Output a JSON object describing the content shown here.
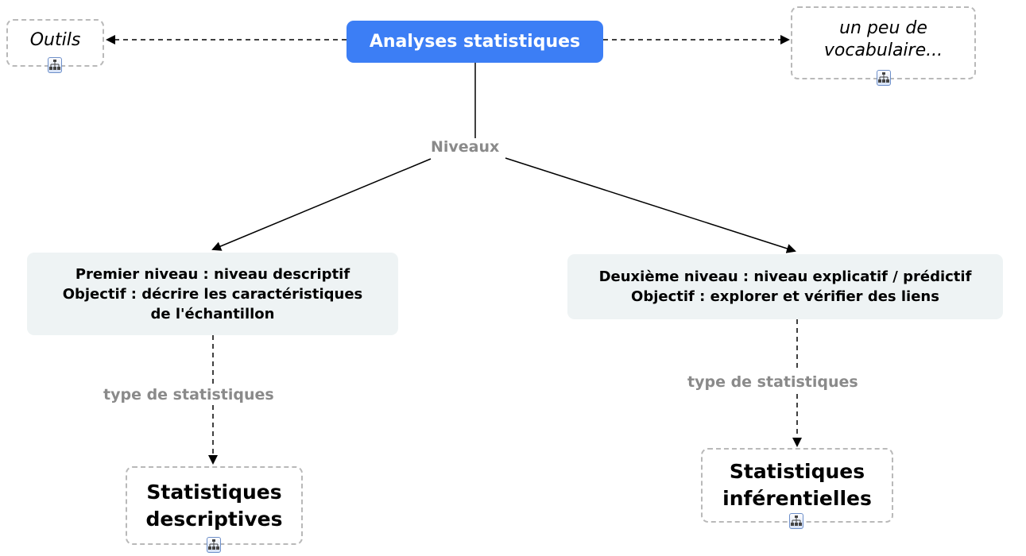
{
  "root": {
    "label": "Analyses statistiques"
  },
  "outils": {
    "label": "Outils"
  },
  "vocab": {
    "line1": "un peu de",
    "line2": "vocabulaire..."
  },
  "link_labels": {
    "niveaux": "Niveaux",
    "type_left": "type de statistiques",
    "type_right": "type de statistiques"
  },
  "level1": {
    "line1": "Premier niveau : niveau descriptif",
    "line2": "Objectif : décrire les caractéristiques",
    "line3": "de l'échantillon"
  },
  "level2": {
    "line1": "Deuxième niveau : niveau explicatif / prédictif",
    "line2": "Objectif : explorer et vérifier des liens"
  },
  "stat_desc": {
    "line1": "Statistiques",
    "line2": "descriptives"
  },
  "stat_inf": {
    "line1": "Statistiques",
    "line2": "inférentielles"
  },
  "colors": {
    "root_fill": "#3c7ef5",
    "level_fill": "#eef3f4",
    "dashed_border": "#b9b9b9",
    "link_label_text": "#8a8a8a"
  },
  "icons": {
    "submap": "concept-map-icon"
  }
}
